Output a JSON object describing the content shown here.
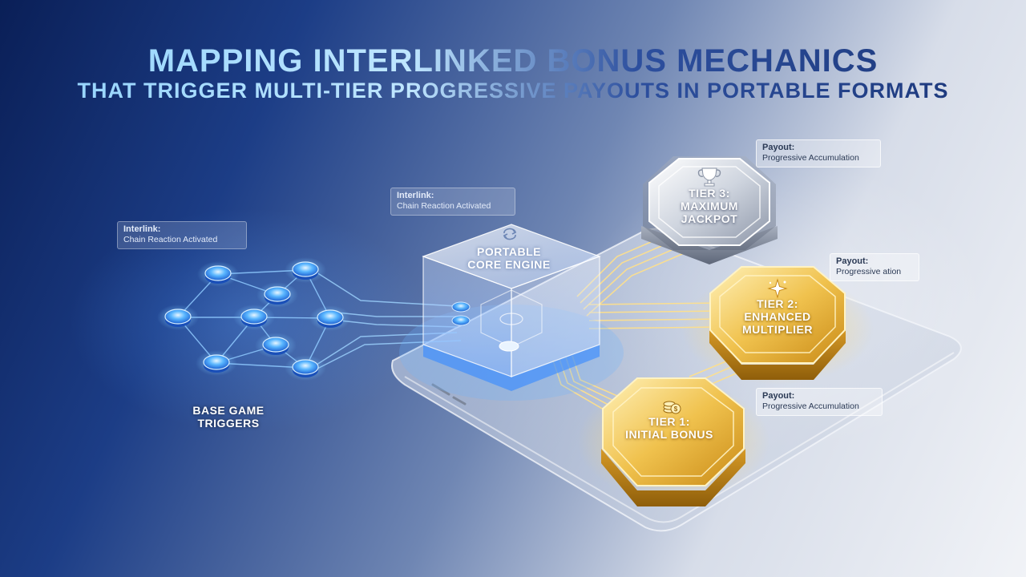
{
  "title": {
    "main": "MAPPING INTERLINKED BONUS MECHANICS",
    "sub": "THAT TRIGGER MULTI-TIER PROGRESSIVE PAYOUTS IN PORTABLE FORMATS"
  },
  "callouts": {
    "left_interlink": {
      "title": "Interlink:",
      "text": "Chain Reaction Activated"
    },
    "center_interlink": {
      "title": "Interlink:",
      "text": "Chain Reaction Activated"
    },
    "payout_tier3": {
      "title": "Payout:",
      "text": "Progressive Accumulation"
    },
    "payout_tier2": {
      "title": "Payout:",
      "text": "Progressive ation"
    },
    "payout_tier1": {
      "title": "Payout:",
      "text": "Progressive Accumulation"
    }
  },
  "labels": {
    "base": {
      "line1": "BASE GAME",
      "line2": "TRIGGERS"
    },
    "core": {
      "line1": "PORTABLE",
      "line2": "CORE ENGINE"
    },
    "tier3": {
      "line1": "TIER 3:",
      "line2": "MAXIMUM",
      "line3": "JACKPOT"
    },
    "tier2": {
      "line1": "TIER 2:",
      "line2": "ENHANCED",
      "line3": "MULTIPLIER"
    },
    "tier1": {
      "line1": "TIER 1:",
      "line2": "INITIAL BONUS"
    }
  },
  "icons": {
    "core": "sync-icon",
    "tier3": "trophy-icon",
    "tier2": "sparkle-icon",
    "tier1": "coins-icon"
  },
  "colors": {
    "network_blue": "#4aa8ff",
    "gold": "#e8b43a",
    "silver": "#c9ced8",
    "core_glass": "#cfe2ff"
  }
}
